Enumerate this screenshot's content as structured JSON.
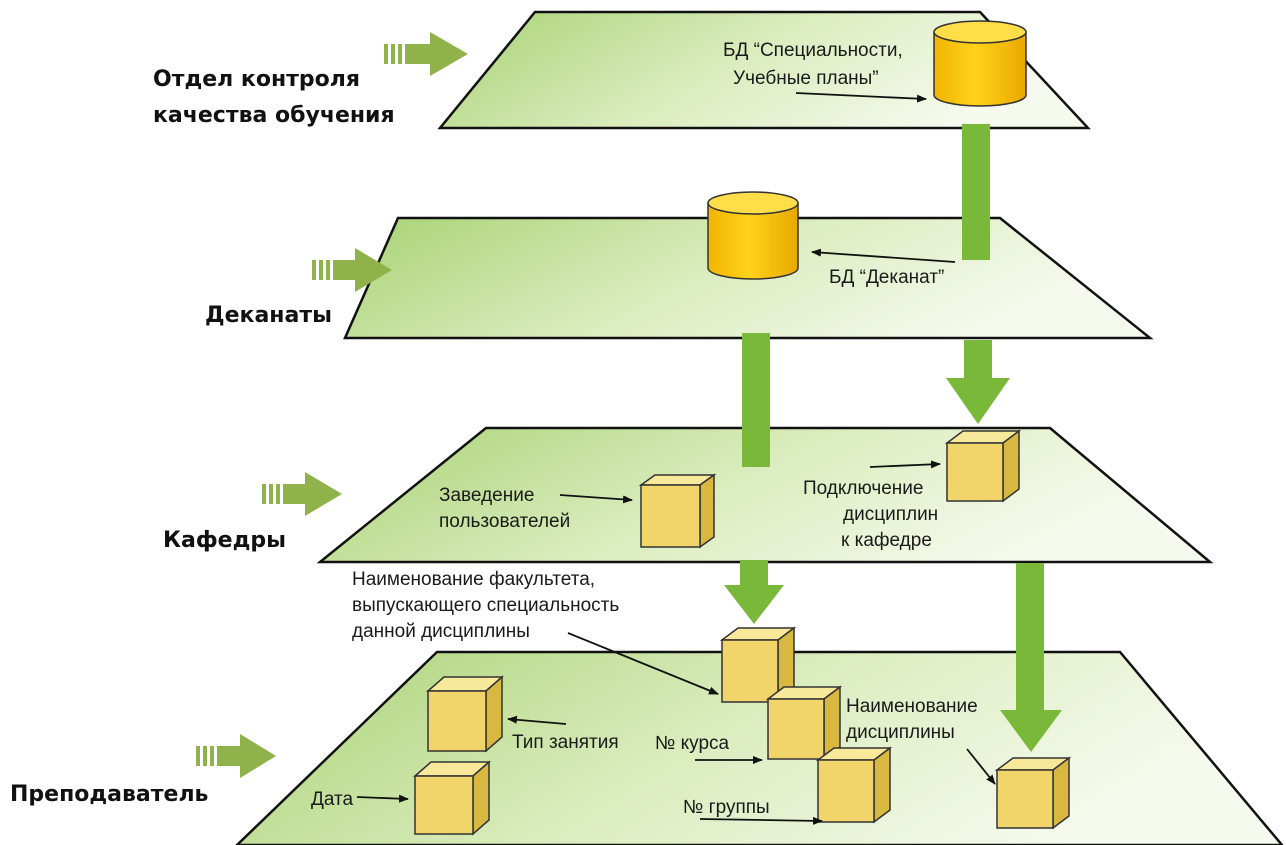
{
  "levels": {
    "quality": {
      "label_line1": "Отдел контроля",
      "label_line2": "качества обучения"
    },
    "deans": {
      "label": "Деканаты"
    },
    "departments": {
      "label": "Кафедры"
    },
    "teacher": {
      "label": "Преподаватель"
    }
  },
  "notes": {
    "db_specialties_line1": "БД “Специальности,",
    "db_specialties_line2": "Учебные планы”",
    "db_deanery": "БД “Деканат”",
    "users_line1": "Заведение",
    "users_line2": "пользователей",
    "connect_line1": "Подключение",
    "connect_line2": "дисциплин",
    "connect_line3": "к кафедре",
    "faculty_line1": "Наименование факультета,",
    "faculty_line2": "выпускающего специальность",
    "faculty_line3": "данной дисциплины",
    "lesson_type": "Тип занятия",
    "course_no": "№ курса",
    "group_no": "№ группы",
    "date": "Дата",
    "discipline_line1": "Наименование",
    "discipline_line2": "дисциплины"
  },
  "colors": {
    "plane_light": "#f3f8e6",
    "plane_dark": "#9dcc6a",
    "flow_arrow": "#7ab83a",
    "input_arrow": "#8fb24a",
    "cylinder": "#f6c200",
    "cube": "#f2d96b"
  }
}
